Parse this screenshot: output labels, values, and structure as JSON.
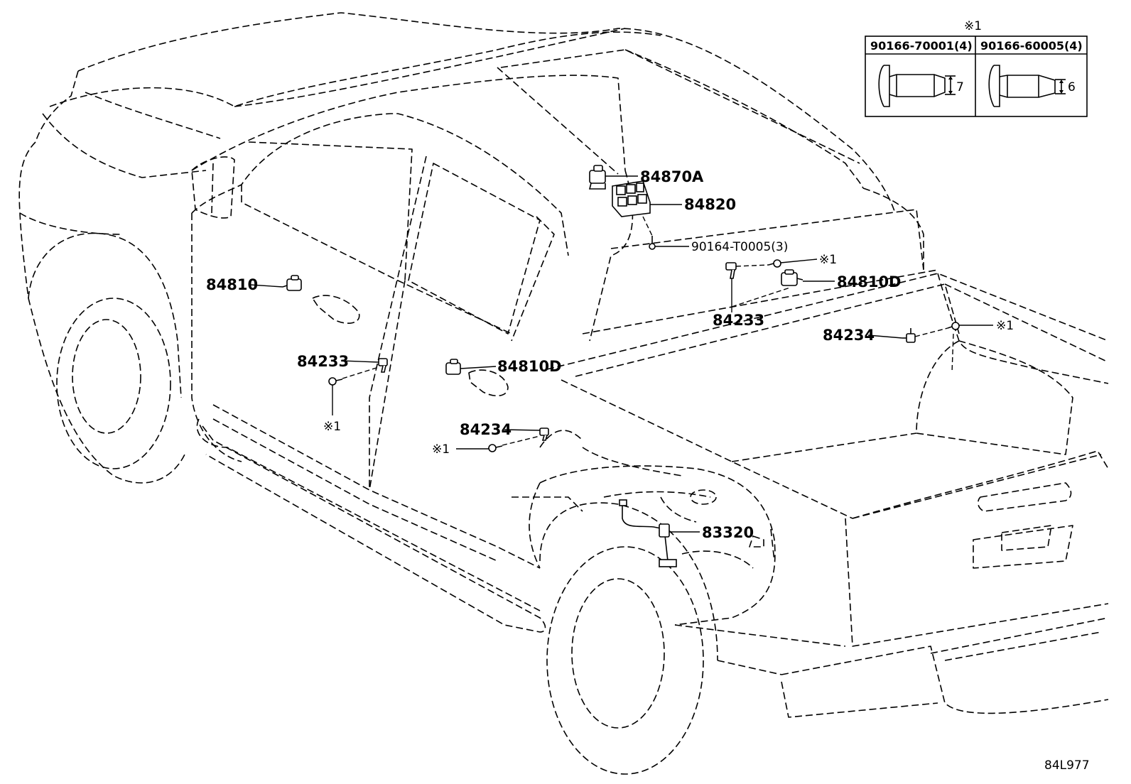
{
  "diagram_code": "84L977",
  "fastener_table": {
    "marker": "※1",
    "columns": [
      {
        "part": "90166-70001(4)",
        "dimension": "7"
      },
      {
        "part": "90166-60005(4)",
        "dimension": "6"
      }
    ]
  },
  "callouts": {
    "switch_rear": "84870A",
    "switch_master": "84820",
    "bolt_master": "90164-T0005(3)",
    "marker_rear_screw": "※1",
    "switch_rear_door": "84810D",
    "sensor_rear_pair": "84233",
    "sensor_bed": "84234",
    "marker_bed": "※1",
    "switch_front_door": "84810",
    "sensor_front_door": "84233",
    "marker_front_door": "※1",
    "switch_rear_door_left": "84810D",
    "sensor_rear_door_left": "84234",
    "marker_rear_door_left": "※1",
    "fuel_gauge": "83320"
  }
}
